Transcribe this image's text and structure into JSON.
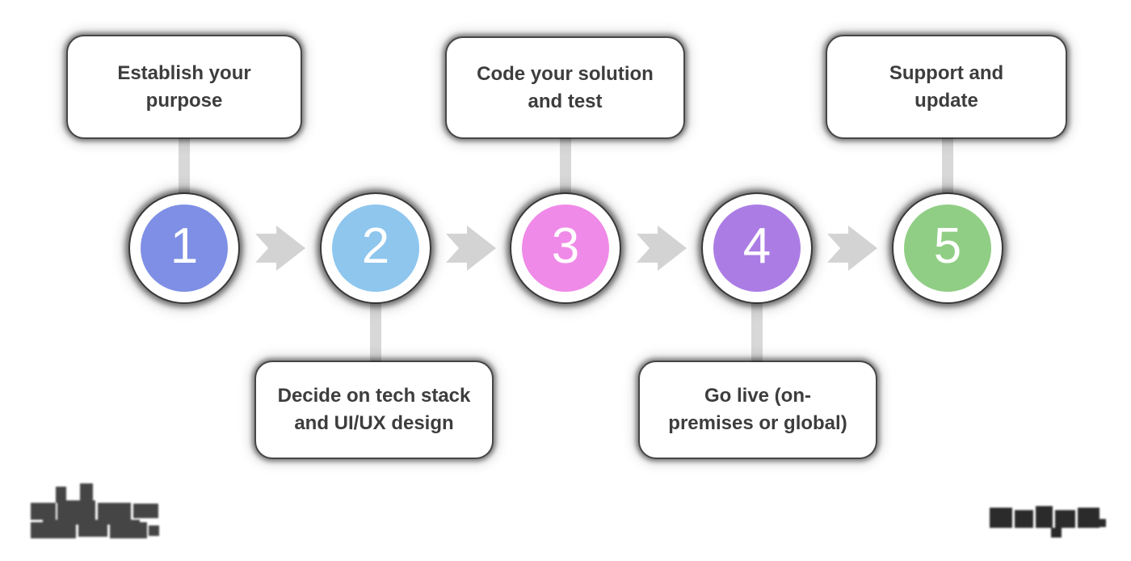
{
  "diagram": {
    "type": "process-flow",
    "background_color": "#ffffff",
    "box_text_color": "#3d3d3d",
    "connector_color": "#d8d8d8",
    "arrow_color": "#d3d3d3",
    "circle_ring_color": "#ffffff",
    "number_text_color": "#ffffff",
    "steps": [
      {
        "number": "1",
        "label": "Establish your\npurpose",
        "color": "#7e8fe5",
        "label_position": "top"
      },
      {
        "number": "2",
        "label": "Decide on tech stack\nand UI/UX design",
        "color": "#8ec6ee",
        "label_position": "bottom"
      },
      {
        "number": "3",
        "label": "Code your solution\nand test",
        "color": "#f08ae8",
        "label_position": "top"
      },
      {
        "number": "4",
        "label": "Go live (on-\npremises or global)",
        "color": "#ab7de4",
        "label_position": "bottom"
      },
      {
        "number": "5",
        "label": "Support and\nupdate",
        "color": "#90ce85",
        "label_position": "top"
      }
    ],
    "footer": {
      "left_watermark_alt": "pixelated/blurred company logo (illegible)",
      "left_watermark_color": "#454545",
      "right_watermark_alt": "pixelated/blurred watermark text (illegible)",
      "right_watermark_color": "#2b2b2b"
    }
  }
}
